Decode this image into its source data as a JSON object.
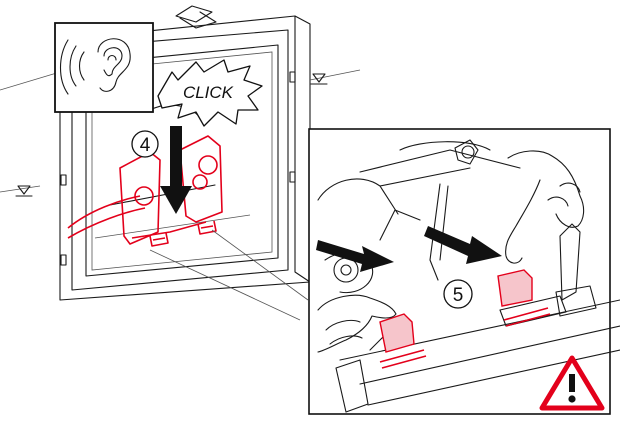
{
  "callout": {
    "text": "CLICK"
  },
  "steps": [
    {
      "label": "4"
    },
    {
      "label": "5"
    }
  ],
  "icons": {
    "listen": "ear-sound-icon",
    "warning": "warning-triangle-icon",
    "arrow": "arrow-icon"
  },
  "colors": {
    "part_highlight": "#e3001b",
    "warning_red": "#e3001b",
    "line": "#1a1a1a"
  }
}
